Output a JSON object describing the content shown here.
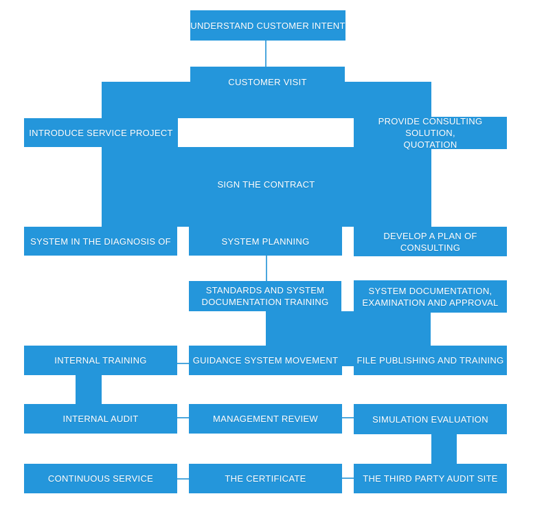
{
  "theme": {
    "node_blue": "#2496db",
    "line_blue": "#4aa6dd",
    "background": "#ffffff",
    "text": "#ffffff"
  },
  "nodes": {
    "understand_customer_intent": {
      "label": "UNDERSTAND CUSTOMER INTENT"
    },
    "customer_visit": {
      "label": "CUSTOMER VISIT"
    },
    "introduce_service_project": {
      "label": "INTRODUCE SERVICE PROJECT"
    },
    "provide_consulting_solution": {
      "label": "PROVIDE CONSULTING SOLUTION,\nQUOTATION"
    },
    "sign_the_contract": {
      "label": "SIGN THE CONTRACT"
    },
    "system_in_the_diagnosis_of": {
      "label": "SYSTEM IN THE DIAGNOSIS OF"
    },
    "system_planning": {
      "label": "SYSTEM PLANNING"
    },
    "develop_a_plan_of_consulting": {
      "label": "DEVELOP A PLAN OF CONSULTING"
    },
    "standards_and_system_documentation_training": {
      "label": "STANDARDS AND SYSTEM\nDOCUMENTATION TRAINING"
    },
    "system_documentation_examination_and_approval": {
      "label": "SYSTEM DOCUMENTATION,\nEXAMINATION AND APPROVAL"
    },
    "internal_training": {
      "label": "INTERNAL TRAINING"
    },
    "guidance_system_movement": {
      "label": "GUIDANCE SYSTEM MOVEMENT"
    },
    "file_publishing_and_training": {
      "label": "FILE PUBLISHING AND TRAINING"
    },
    "internal_audit": {
      "label": "INTERNAL AUDIT"
    },
    "management_review": {
      "label": "MANAGEMENT REVIEW"
    },
    "simulation_evaluation": {
      "label": "SIMULATION EVALUATION"
    },
    "continuous_service": {
      "label": "CONTINUOUS SERVICE"
    },
    "the_certificate": {
      "label": "THE CERTIFICATE"
    },
    "the_third_party_audit_site": {
      "label": "THE THIRD PARTY AUDIT SITE"
    }
  }
}
